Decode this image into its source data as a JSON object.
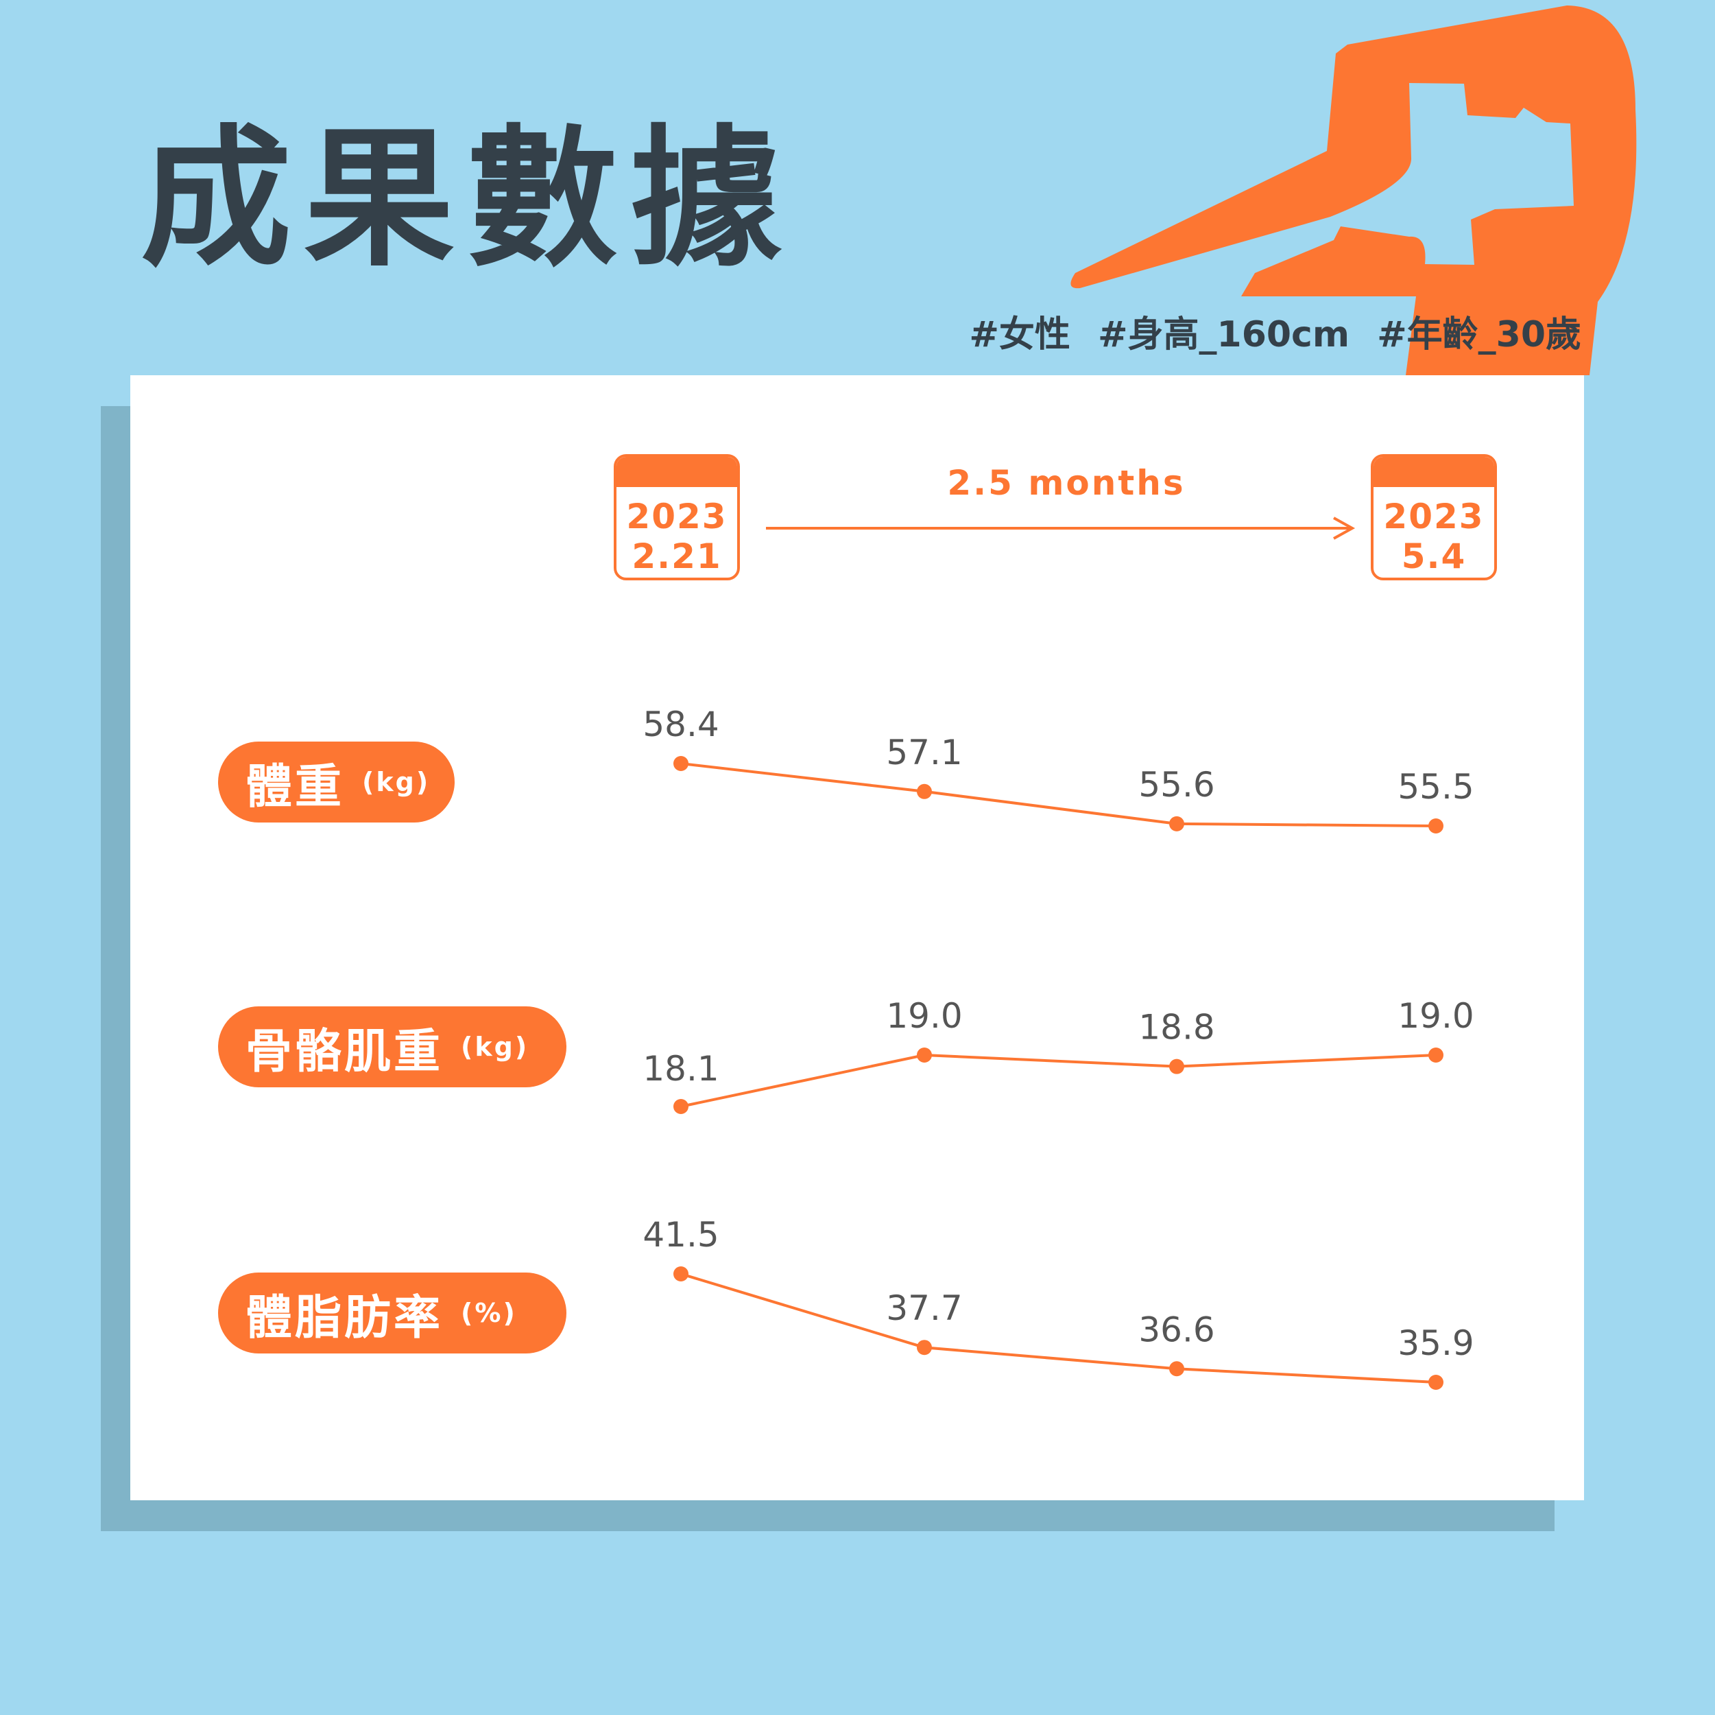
{
  "title": "成果數據",
  "tags": [
    "#女性",
    "#身高_160cm",
    "#年齡_30歲"
  ],
  "timeline": {
    "start": {
      "year": "2023",
      "date": "2.21"
    },
    "end": {
      "year": "2023",
      "date": "5.4"
    },
    "span": "2.5 months"
  },
  "metrics": [
    {
      "name": "體重",
      "unit": "(kg)"
    },
    {
      "name": "骨骼肌重",
      "unit": "(kg)"
    },
    {
      "name": "體脂肪率",
      "unit": "(%)"
    }
  ],
  "colors": {
    "background": "#a0d8f0",
    "accent": "#fd7632",
    "title_text": "#344049",
    "card": "#ffffff",
    "card_shadow": "#80b4c8",
    "value_text": "#555555"
  },
  "chart_data": [
    {
      "type": "line",
      "title": "",
      "series": [
        {
          "name": "體重",
          "values": [
            58.4,
            57.1,
            55.6,
            55.5
          ]
        }
      ],
      "labels": [
        "58.4",
        "57.1",
        "55.6",
        "55.5"
      ],
      "xlabel": "",
      "ylabel": "",
      "grid": false
    },
    {
      "type": "line",
      "title": "",
      "series": [
        {
          "name": "骨骼肌重",
          "values": [
            18.1,
            19.0,
            18.8,
            19.0
          ]
        }
      ],
      "labels": [
        "18.1",
        "19.0",
        "18.8",
        "19.0"
      ],
      "xlabel": "",
      "ylabel": "",
      "grid": false
    },
    {
      "type": "line",
      "title": "",
      "series": [
        {
          "name": "體脂肪率",
          "values": [
            41.5,
            37.7,
            36.6,
            35.9
          ]
        }
      ],
      "labels": [
        "41.5",
        "37.7",
        "36.6",
        "35.9"
      ],
      "xlabel": "",
      "ylabel": "",
      "grid": false
    }
  ]
}
